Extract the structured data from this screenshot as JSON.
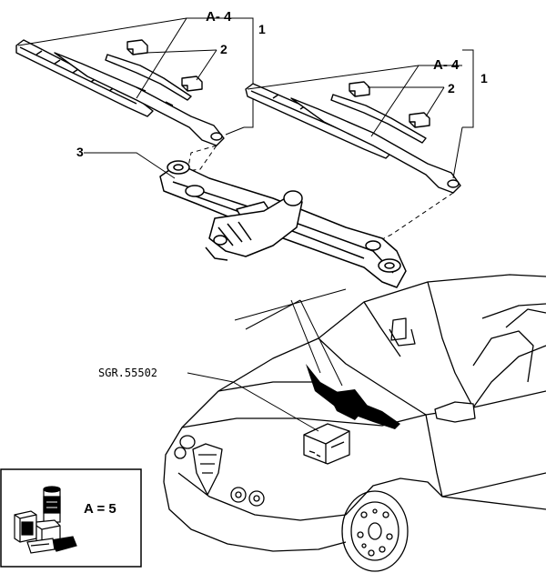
{
  "callouts": {
    "kit_a4_top": "A- 4",
    "num_1_top": "1",
    "num_2_top": "2",
    "kit_a4_right": "A- 4",
    "num_2_right": "2",
    "num_1_right": "1",
    "num_3": "3",
    "control_unit_code": "SGR.55502"
  },
  "legend": {
    "label": "A = 5"
  }
}
